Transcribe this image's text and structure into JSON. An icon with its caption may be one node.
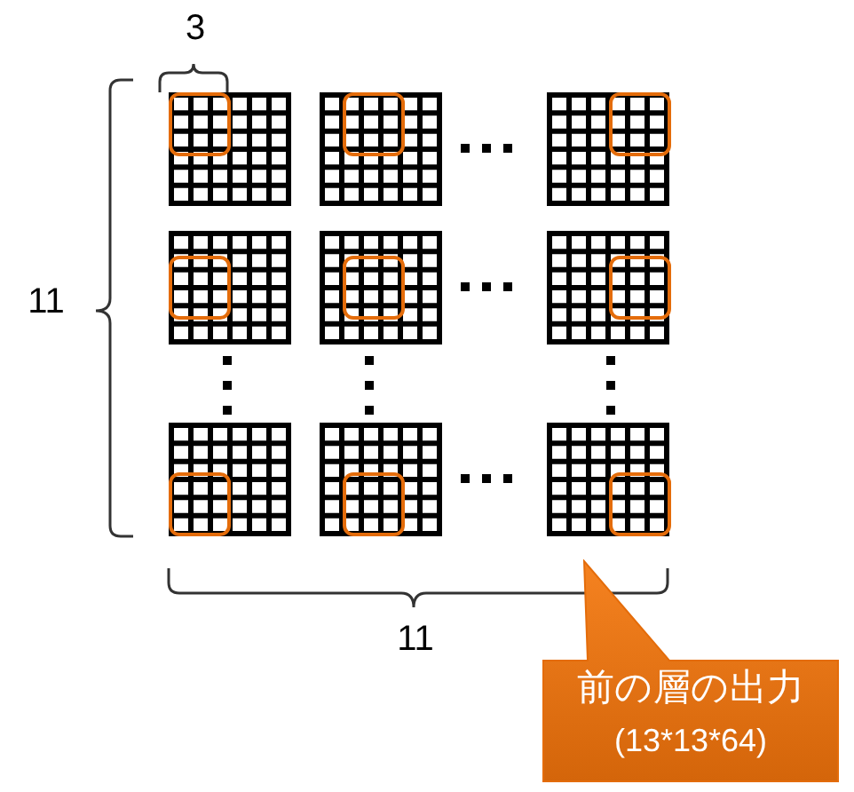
{
  "diagram": {
    "nodes": [
      {
        "text": [
          "前の層の出力",
          "(13*13*64)"
        ]
      }
    ],
    "labels": [
      "3",
      "11",
      "11"
    ]
  }
}
